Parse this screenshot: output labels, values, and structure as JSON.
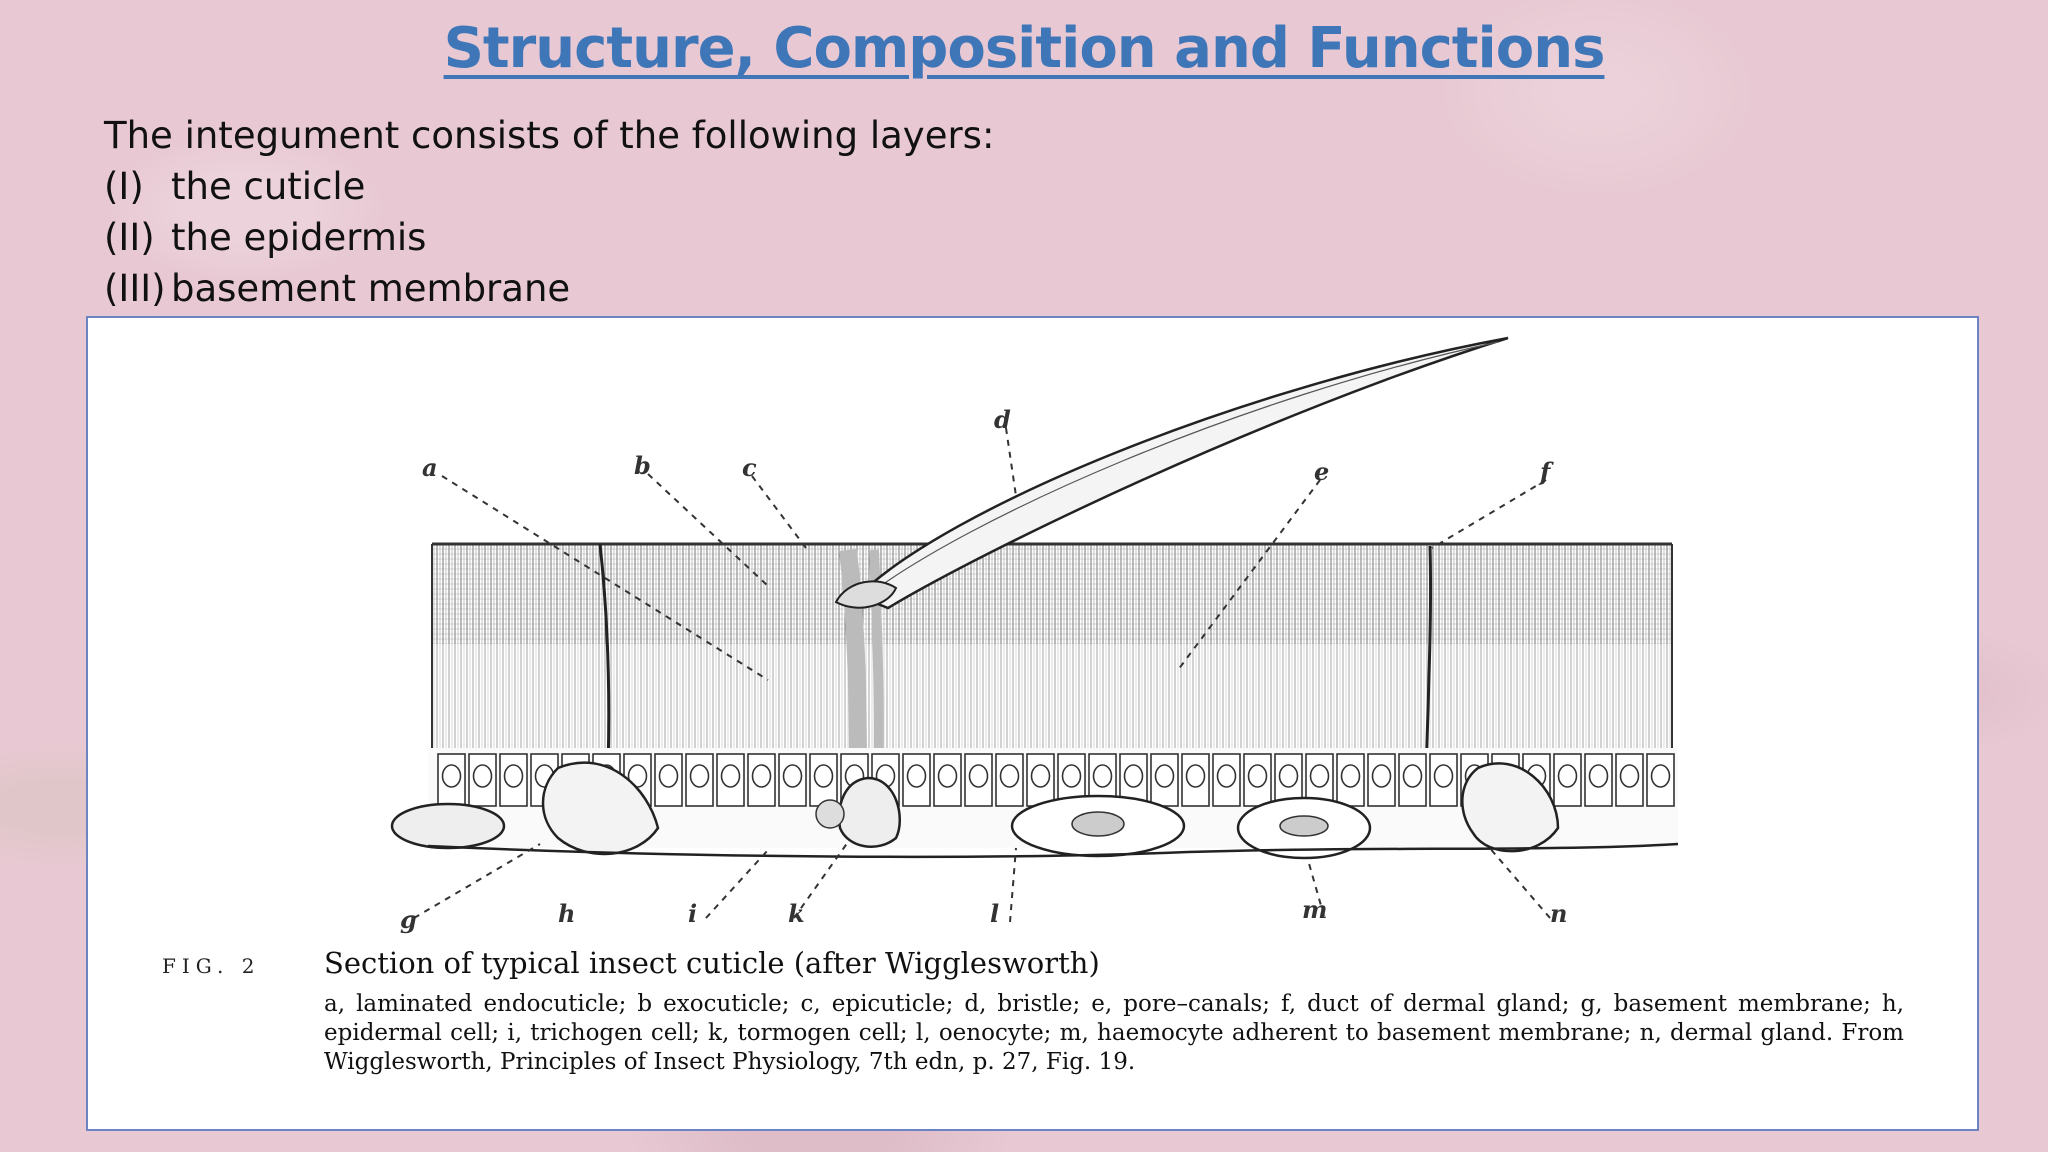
{
  "slide": {
    "title": "Structure, Composition and Functions",
    "intro": "The integument consists of the following layers:",
    "layers": [
      {
        "num": "(I)",
        "label": "the cuticle"
      },
      {
        "num": "(II)",
        "label": "the epidermis"
      },
      {
        "num": "(III)",
        "label": "basement membrane"
      }
    ]
  },
  "figure": {
    "labels": {
      "a": "a",
      "b": "b",
      "c": "c",
      "d": "d",
      "e": "e",
      "f": "f",
      "g": "g",
      "h": "h",
      "i": "i",
      "k": "k",
      "l": "l",
      "m": "m",
      "n": "n"
    },
    "fig_label": "FIG. 2",
    "fig_title": "Section of typical insect cuticle (after Wigglesworth)",
    "caption": "a, laminated endocuticle; b exocuticle; c, epicuticle; d, bristle; e, pore–canals; f, duct of dermal gland; g, basement membrane; h, epidermal cell; i, trichogen cell; k, tormogen cell; l, oenocyte; m, haemocyte adherent to basement membrane; n, dermal gland. From Wigglesworth, Principles of Insect Physiology, 7th edn, p. 27, Fig. 19."
  }
}
